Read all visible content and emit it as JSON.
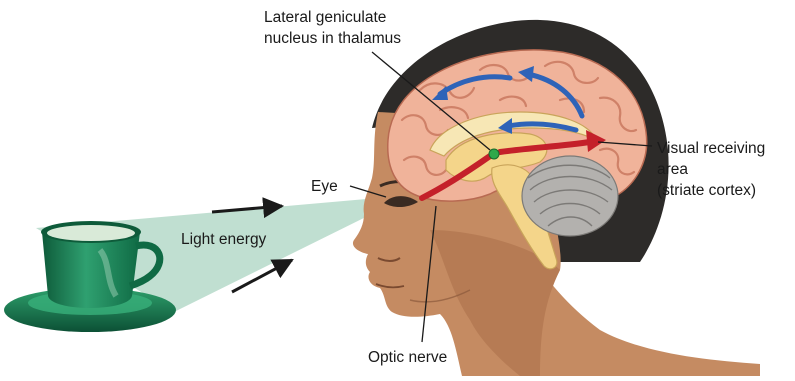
{
  "labels": {
    "lgn_line1": "Lateral geniculate",
    "lgn_line2": "nucleus in thalamus",
    "eye": "Eye",
    "light_energy": "Light energy",
    "optic_nerve": "Optic nerve",
    "visual_line1": "Visual receiving",
    "visual_line2": "area",
    "visual_line3": "(striate cortex)"
  },
  "colors": {
    "skin": "#c58b62",
    "skin_shadow": "#a96f49",
    "hair": "#2d2b29",
    "brain": "#f0b39a",
    "brain_fold": "#cf8168",
    "thalamus_region": "#f4d58a",
    "cerebellum": "#b3b1ae",
    "cup_green": "#1f8a5c",
    "cup_dark": "#0e5b3a",
    "light_beam": "#b9dccc",
    "pathway_red": "#c4202a",
    "feedback_blue": "#2e63b8",
    "lgn_dot": "#2fa84a",
    "pointer_line": "#1a1a1a"
  }
}
